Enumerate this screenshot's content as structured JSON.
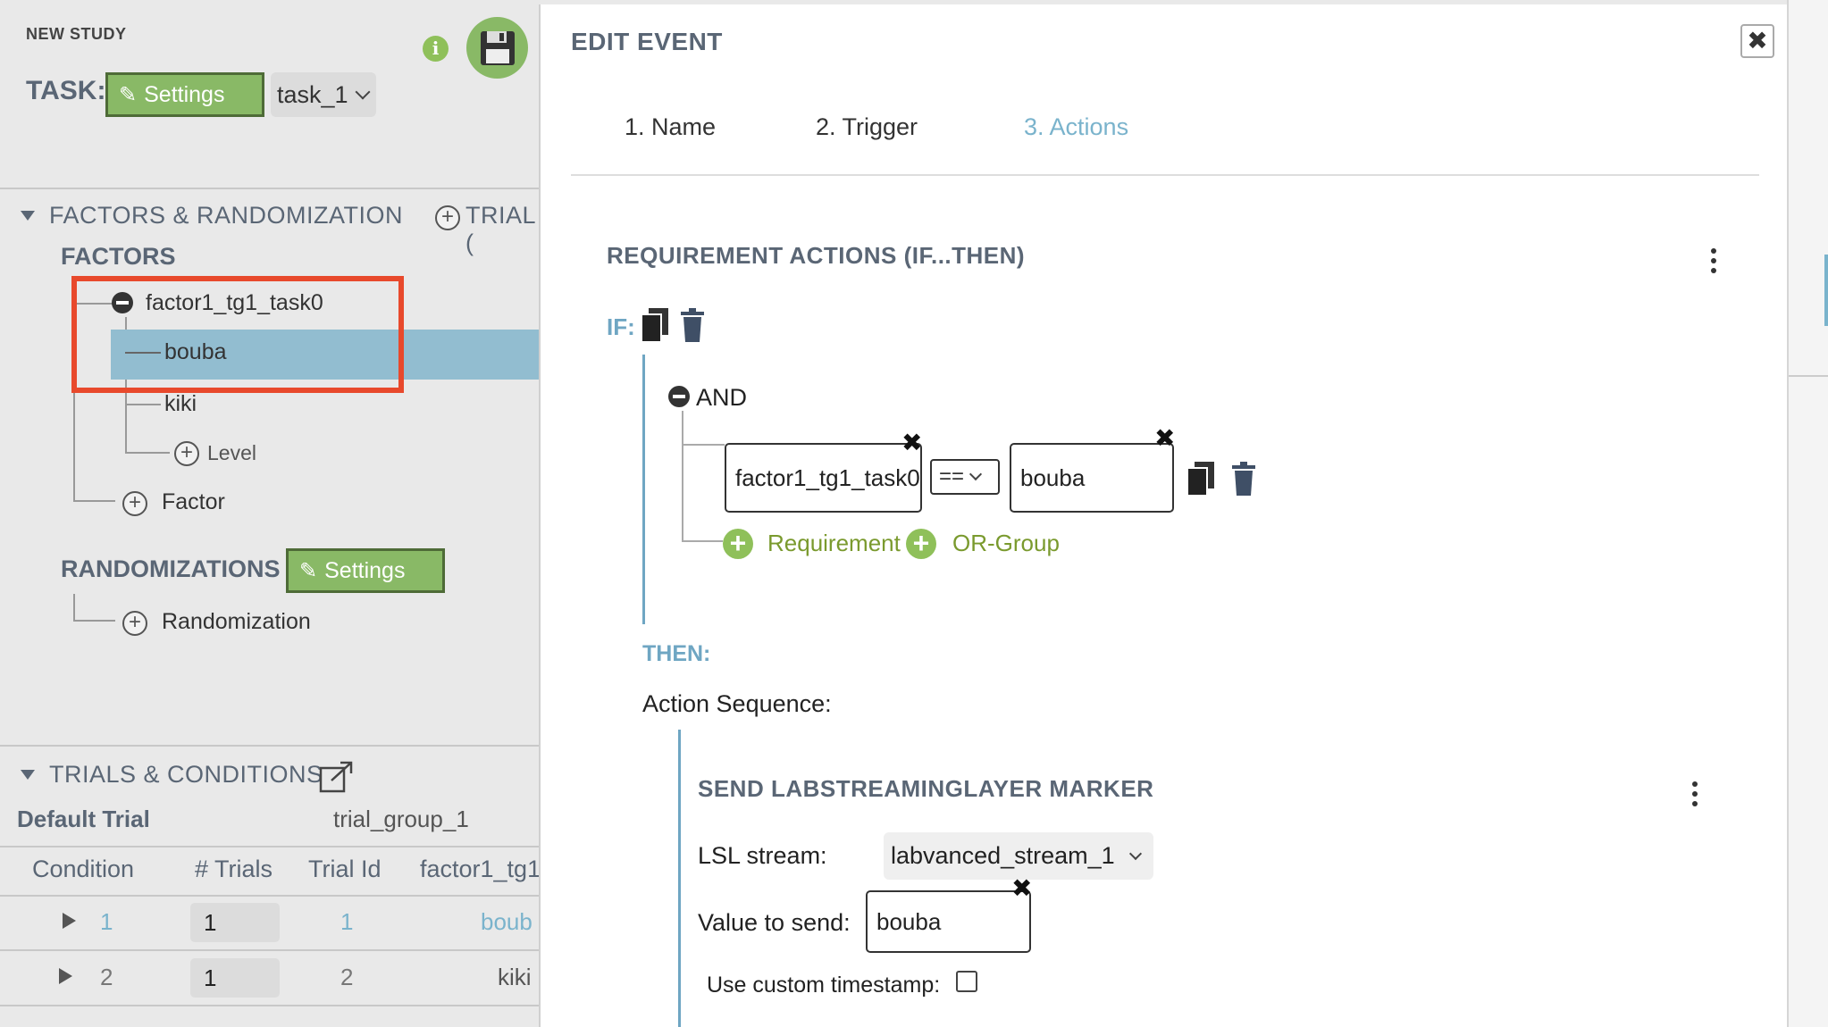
{
  "study": {
    "title": "NEW STUDY",
    "task_label": "TASK:",
    "settings_label": "Settings",
    "task_value": "task_1"
  },
  "icons": {
    "info": "i"
  },
  "factors": {
    "section_title": "FACTORS & RANDOMIZATION",
    "trial_label": "TRIAL (",
    "subtitle": "FACTORS",
    "factor_name": "factor1_tg1_task0",
    "levels": [
      "bouba",
      "kiki"
    ],
    "add_level": "Level",
    "add_factor": "Factor"
  },
  "randomizations": {
    "title": "RANDOMIZATIONS",
    "settings_label": "Settings",
    "add_label": "Randomization"
  },
  "trials": {
    "section_title": "TRIALS & CONDITIONS",
    "default_trial": "Default Trial",
    "group": "trial_group_1",
    "columns": [
      "Condition",
      "# Trials",
      "Trial Id",
      "factor1_tg1"
    ],
    "rows": [
      {
        "condition": "1",
        "trials": "1",
        "trial_id": "1",
        "factor": "boub"
      },
      {
        "condition": "2",
        "trials": "1",
        "trial_id": "2",
        "factor": "kiki"
      }
    ]
  },
  "modal": {
    "title": "EDIT EVENT",
    "close": "✖",
    "steps": [
      "1. Name",
      "2. Trigger",
      "3. Actions"
    ],
    "active_step": 2,
    "req_title": "REQUIREMENT ACTIONS (IF...THEN)",
    "if_label": "IF:",
    "and_label": "AND",
    "condition": {
      "left": "factor1_tg1_task0",
      "operator": "==",
      "right": "bouba"
    },
    "add_requirement": "Requirement",
    "add_or_group": "OR-Group",
    "then_label": "THEN:",
    "action_sequence": "Action Sequence:",
    "action": {
      "title": "SEND LABSTREAMINGLAYER MARKER",
      "stream_label": "LSL stream:",
      "stream_value": "labvanced_stream_1",
      "value_label": "Value to send:",
      "value": "bouba",
      "timestamp_label": "Use custom timestamp:"
    }
  },
  "colors": {
    "accent_green": "#89b966",
    "highlight": "#92bdd0",
    "annotation_red": "#e8492c",
    "blue_label": "#6fa6c3"
  }
}
